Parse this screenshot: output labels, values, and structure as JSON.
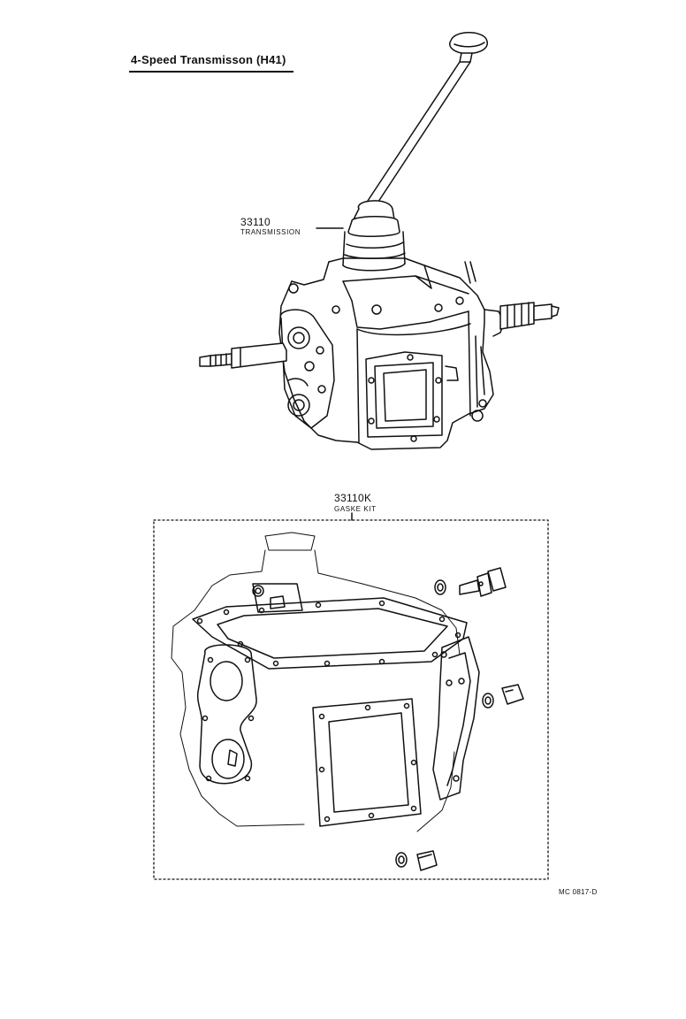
{
  "diagram": {
    "title": "4-Speed Transmisson (H41)",
    "parts": [
      {
        "part_no": "33110",
        "name": "TRANSMISSION"
      },
      {
        "part_no": "33110K",
        "name": "GASKE KIT"
      }
    ],
    "drawing_code": "MC 0817-D"
  },
  "icons": {
    "transmission": "transmission-assembly-illustration",
    "gasket_kit": "gasket-kit-illustration"
  }
}
